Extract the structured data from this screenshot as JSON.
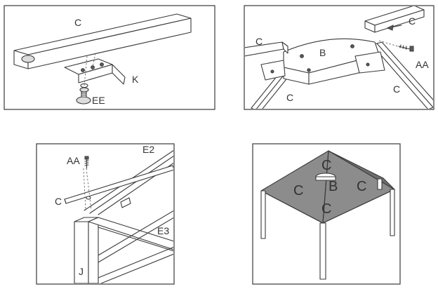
{
  "panels": [
    {
      "id": "panel-1",
      "labels": {
        "tube": "C",
        "bracket": "K",
        "bolt": "EE"
      }
    },
    {
      "id": "panel-2",
      "labels": {
        "tube_left": "C",
        "hub": "B",
        "tube_top": "C",
        "screw": "AA",
        "tube_right": "C",
        "tube_lower": "C"
      }
    },
    {
      "id": "panel-3",
      "labels": {
        "screw": "AA",
        "rail_upper": "E2",
        "tube": "C",
        "rail_lower": "E3",
        "leg": "J"
      }
    },
    {
      "id": "panel-4",
      "labels": {
        "c_top": "C",
        "hub": "B",
        "c_left": "C",
        "c_right": "C",
        "c_bottom": "C"
      }
    }
  ]
}
